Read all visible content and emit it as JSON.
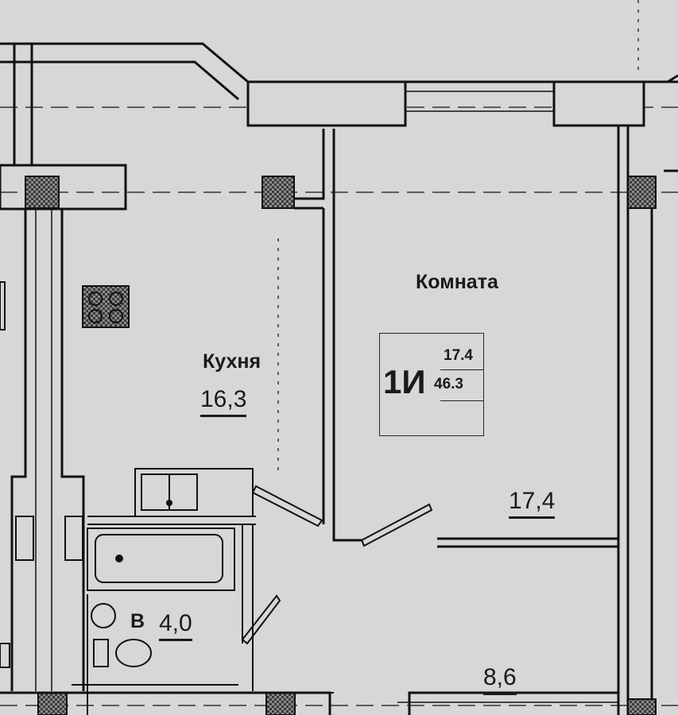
{
  "rooms": {
    "kitchen": {
      "name": "Кухня",
      "area": "16,3"
    },
    "room": {
      "name": "Комната",
      "area": "17,4"
    },
    "bathroom": {
      "letter": "В",
      "area": "4,0"
    },
    "hall": {
      "area": "8,6"
    }
  },
  "badge": {
    "type": "1И",
    "living_area": "17.4",
    "total_area": "46.3"
  }
}
